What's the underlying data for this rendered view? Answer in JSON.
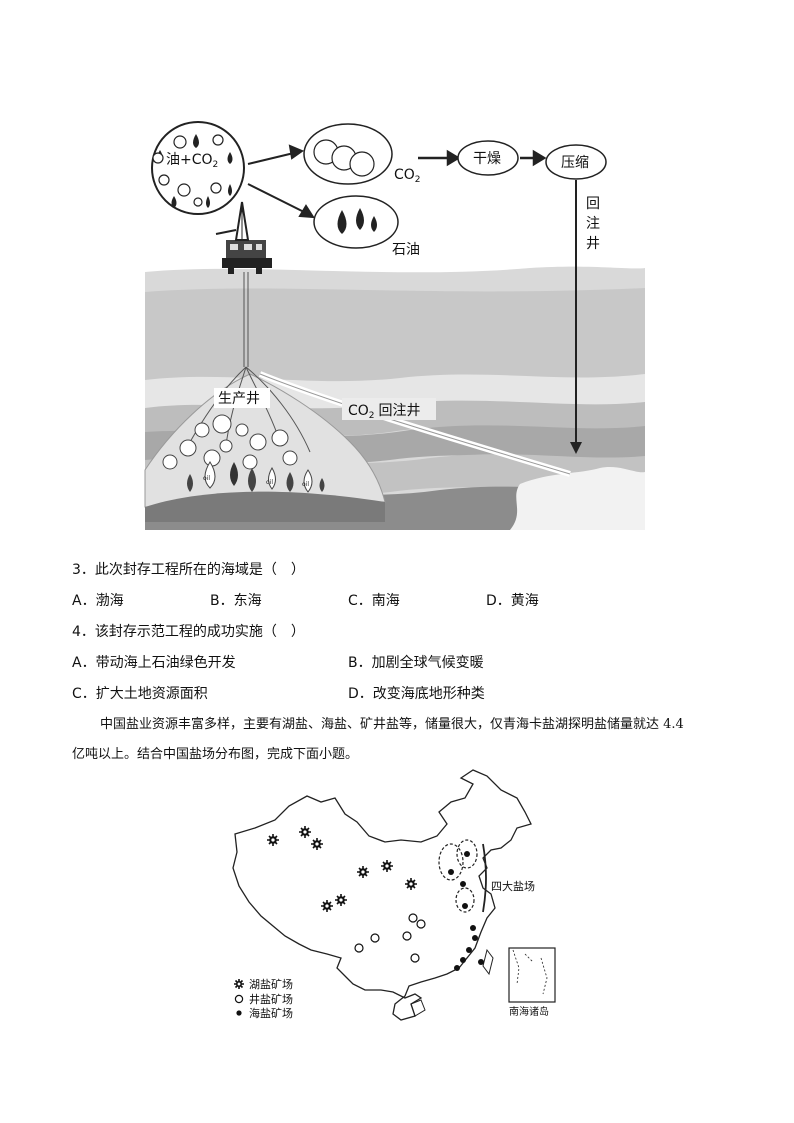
{
  "figure1": {
    "bubble_label": "油+CO",
    "bubble_sub": "2",
    "co2_label": "CO",
    "co2_sub": "2",
    "dry_label": "干燥",
    "compress_label": "压缩",
    "reinject_vertical": [
      "回",
      "注",
      "井"
    ],
    "oil_label": "石油",
    "production_well_label": "生产井",
    "reinjection_label_co": "CO",
    "reinjection_label_sub": "2",
    "reinjection_label_tail": "回注井",
    "droplet_labels": [
      "oil",
      "oil",
      "oil"
    ]
  },
  "questions": [
    {
      "stem": "3．此次封存工程所在的海域是（　）",
      "options": [
        "A．渤海",
        "B．东海",
        "C．南海",
        "D．黄海"
      ]
    },
    {
      "stem": "4．该封存示范工程的成功实施（　）",
      "options": [
        "A．带动海上石油绿色开发",
        "B．加剧全球气候变暖",
        "C．扩大土地资源面积",
        "D．改变海底地形种类"
      ]
    }
  ],
  "paragraph": {
    "line1": "中国盐业资源丰富多样，主要有湖盐、海盐、矿井盐等，储量很大，仅青海卡盐湖探明盐储量就达 4.4",
    "line2": "亿吨以上。结合中国盐场分布图，完成下面小题。"
  },
  "map": {
    "four_fields_label": "四大盐场",
    "inset_label": "南海诸岛",
    "legend": [
      {
        "symbol": "gear-icon",
        "label": "湖盐矿场"
      },
      {
        "symbol": "open-circle-icon",
        "label": "井盐矿场"
      },
      {
        "symbol": "filled-dot-icon",
        "label": "海盐矿场"
      }
    ]
  }
}
